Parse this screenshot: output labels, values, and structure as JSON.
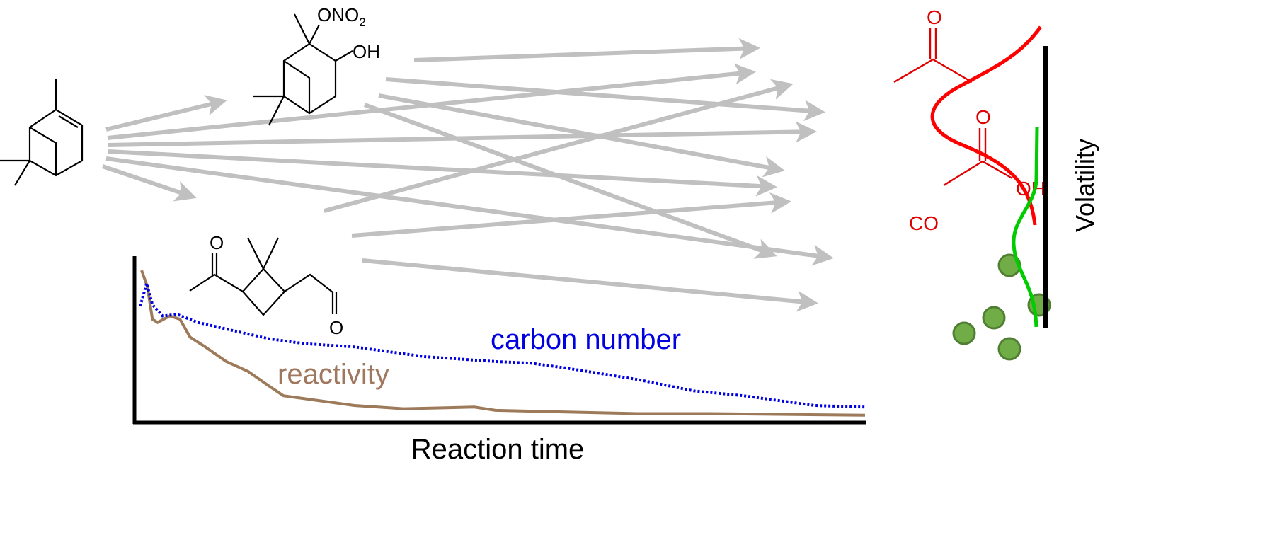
{
  "molecules": {
    "nitrate": {
      "group1": "ONO",
      "group1_sub": "2",
      "group2": "OH"
    },
    "keto_aldehyde": {
      "o1": "O",
      "o2": "O"
    },
    "acetone": {
      "o": "O"
    },
    "acetic_acid": {
      "o": "O",
      "oh": "OH"
    },
    "co": "CO"
  },
  "labels": {
    "volatility": "Volatility",
    "x_axis": "Reaction time",
    "carbon_number": "carbon number",
    "reactivity": "reactivity"
  },
  "colors": {
    "arrow": "#c0c0c0",
    "small_products": "#e00000",
    "particles_fill": "#70ad47",
    "particles_stroke": "#507e32",
    "carbon_number": "#0000e0",
    "reactivity": "#9c7a5a",
    "volatility_high": "#ff0000",
    "volatility_low": "#00cc00"
  },
  "chart_data": {
    "type": "line",
    "xlabel": "Reaction time",
    "ylabel": "",
    "xlim": [
      0,
      100
    ],
    "ylim": [
      0,
      100
    ],
    "series": [
      {
        "name": "reactivity",
        "style": "solid",
        "x": [
          0,
          0.8,
          1.5,
          2.2,
          3.9,
          5.3,
          6.7,
          8.8,
          11.7,
          14.7,
          17.6,
          19.6,
          24.5,
          29.4,
          36.2,
          46,
          48.9,
          58.7,
          68.5,
          78.3,
          100
        ],
        "y": [
          93,
          83,
          63,
          61,
          65,
          63,
          52,
          46,
          37,
          31,
          22,
          16,
          13,
          10,
          8,
          9,
          7,
          6,
          5,
          5,
          4
        ]
      },
      {
        "name": "carbon number",
        "style": "dotted",
        "x": [
          -0.2,
          0.7,
          1.5,
          2.9,
          4.9,
          7.8,
          11.7,
          17.6,
          22.5,
          29.4,
          39.1,
          48.9,
          53.8,
          58.7,
          68.5,
          76.3,
          83.2,
          93,
          100
        ],
        "y": [
          71,
          85,
          72,
          65,
          66,
          61,
          57,
          51,
          48,
          46,
          40,
          37,
          36,
          33,
          26,
          19,
          16,
          10,
          9
        ]
      }
    ]
  }
}
